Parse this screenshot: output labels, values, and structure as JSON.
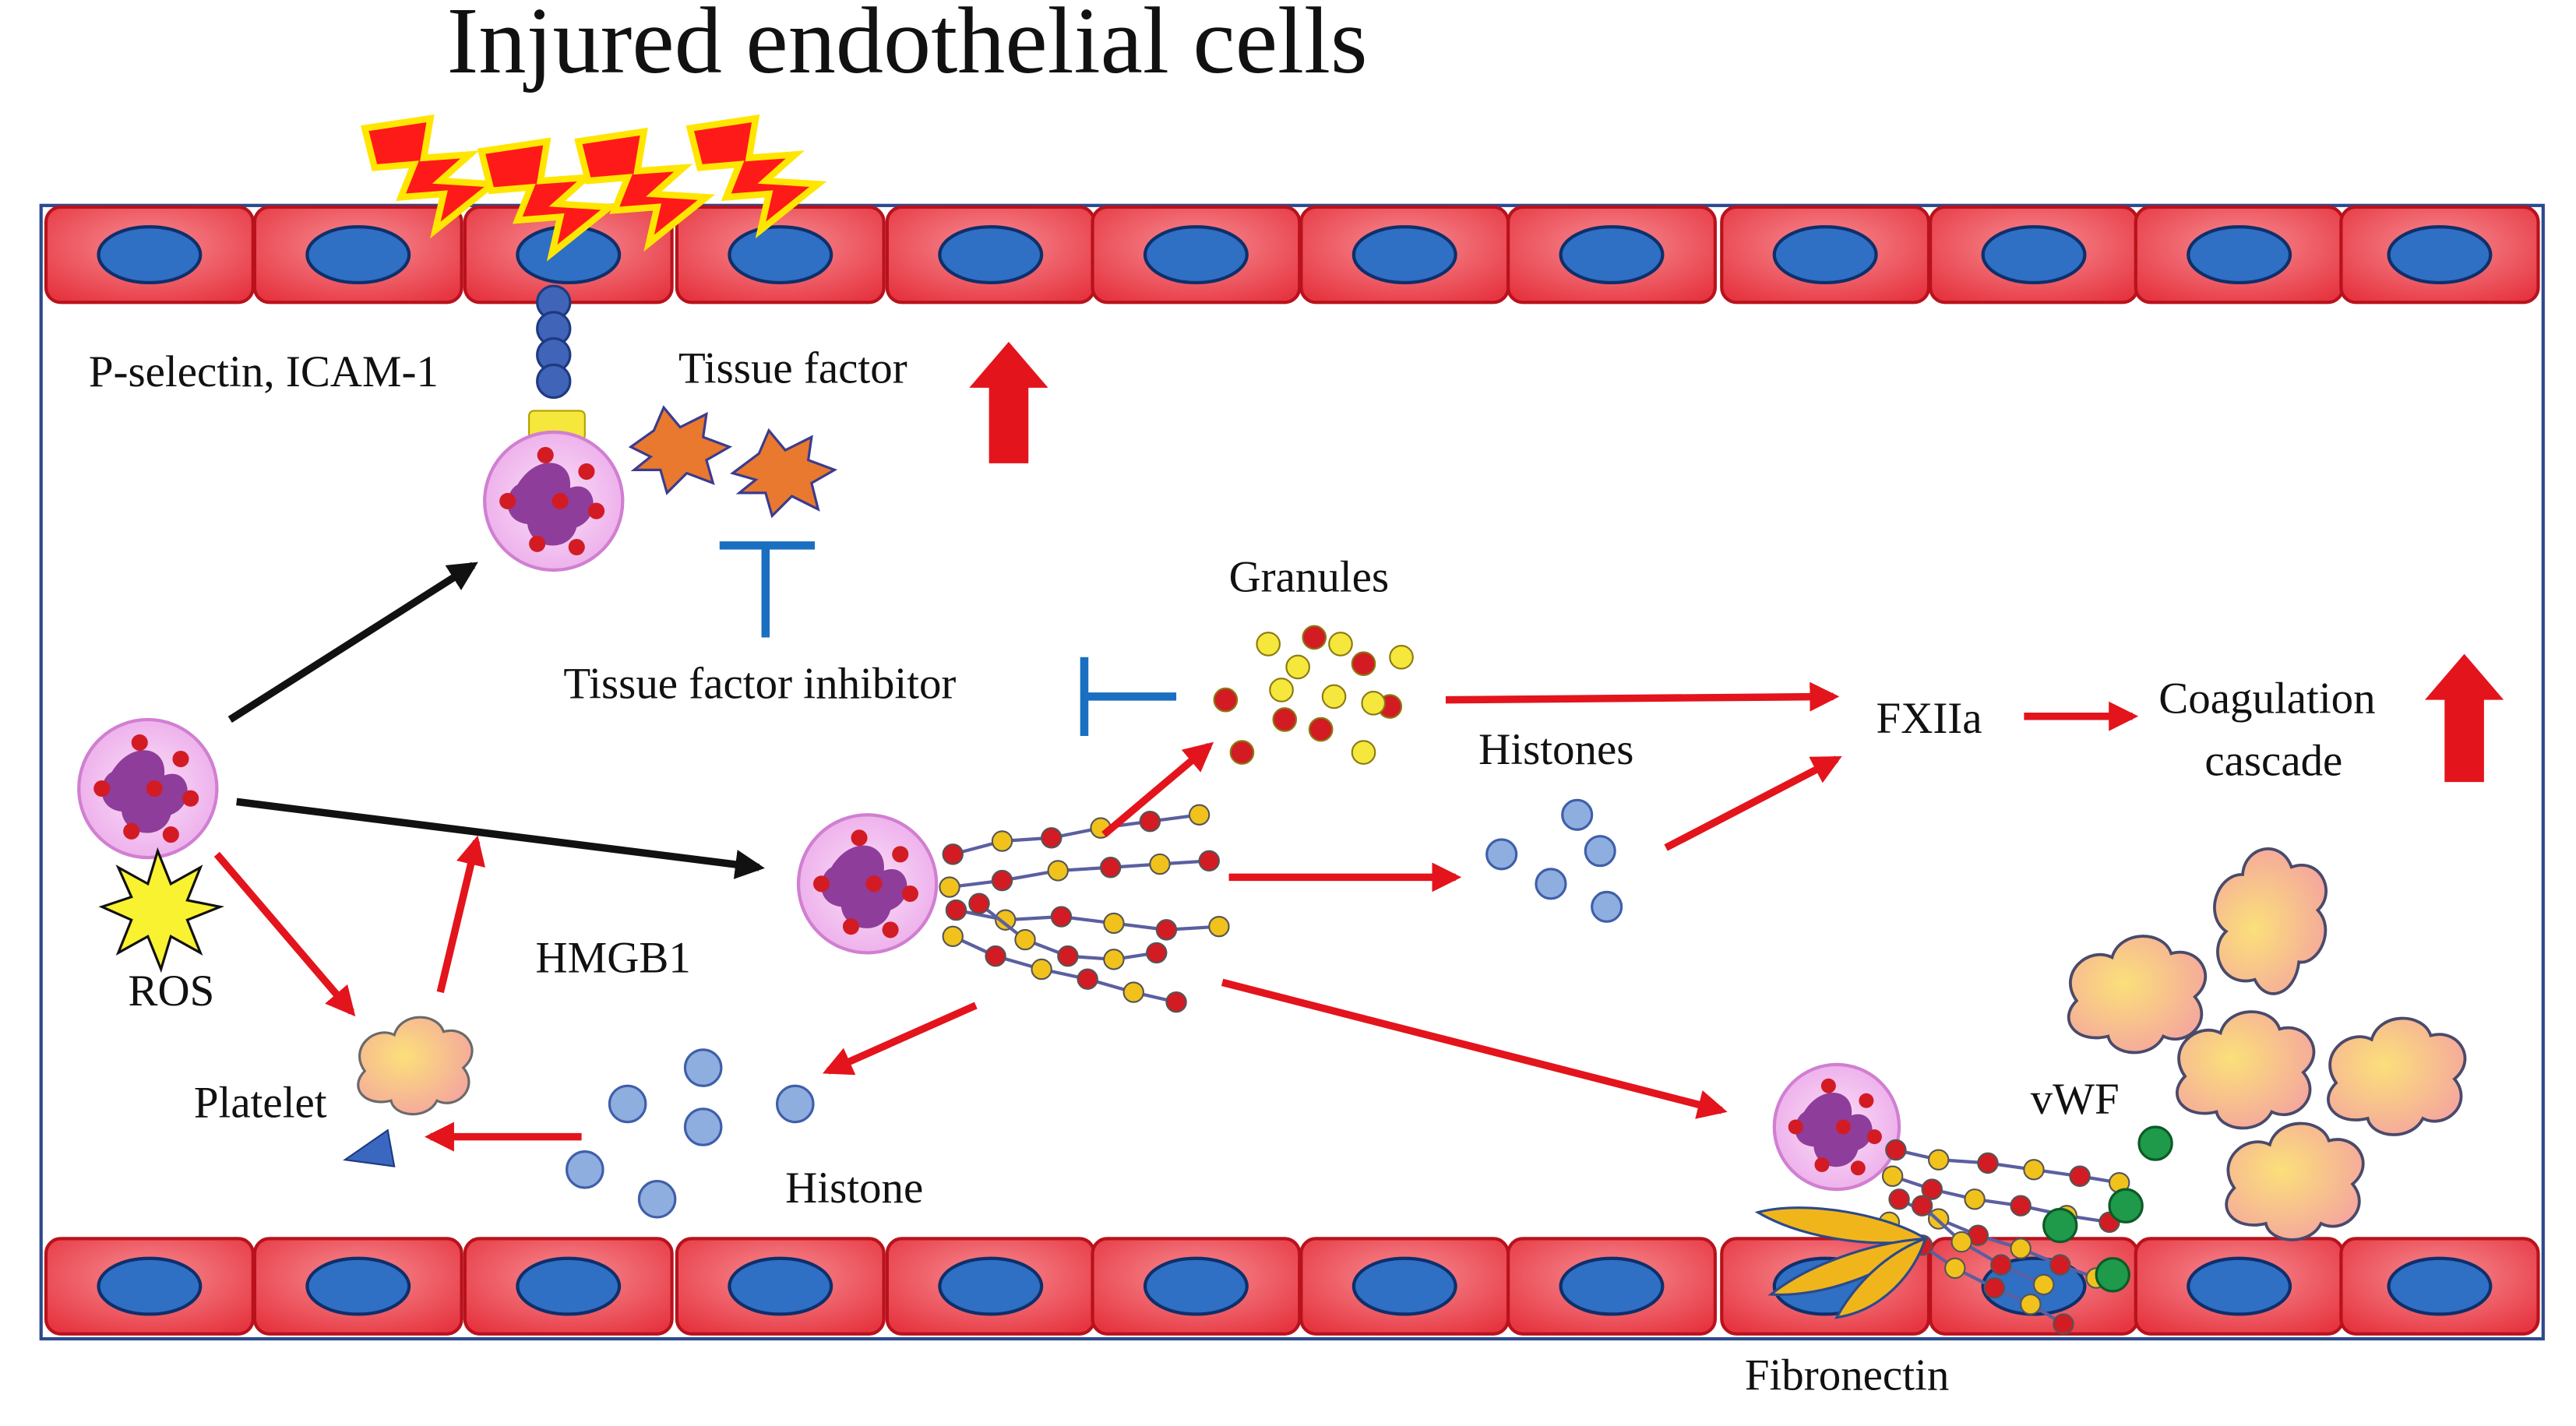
{
  "labels": {
    "injured": "Injured endothelial cells",
    "pselectin": "P-selectin, ICAM-1",
    "tissue_factor": "Tissue factor",
    "tf_inhibitor": "Tissue factor inhibitor",
    "granules": "Granules",
    "histones": "Histones",
    "fxiia": "FXIIa",
    "coag1": "Coagulation",
    "coag2": "cascade",
    "hmgb1": "HMGB1",
    "ros": "ROS",
    "platelet": "Platelet",
    "histone": "Histone",
    "vwf": "vWF",
    "fibronectin": "Fibronectin"
  },
  "colors": {
    "cell_fill": "#ef4b55",
    "cell_border": "#b9121c",
    "nucleus": "#2f6fc4",
    "arrow_red": "#e3141c",
    "arrow_black": "#111111",
    "inhibit_blue": "#1a6fc0",
    "tissue_factor": "#e8792f",
    "histone_dot": "#8faee0",
    "granule_red": "#d31b24",
    "granule_yellow": "#f5e73c",
    "platelet": "#f6c77a",
    "vwf": "#1e9a4a",
    "fibronectin": "#f1b51c",
    "neutrophil_halo": "#f3c6f0",
    "neutrophil_nucleus": "#8e3d9a"
  },
  "icons": [
    "lightning-icon",
    "up-arrow-icon",
    "inhibit-icon",
    "neutrophil-icon",
    "platelet-icon",
    "ros-burst-icon"
  ]
}
